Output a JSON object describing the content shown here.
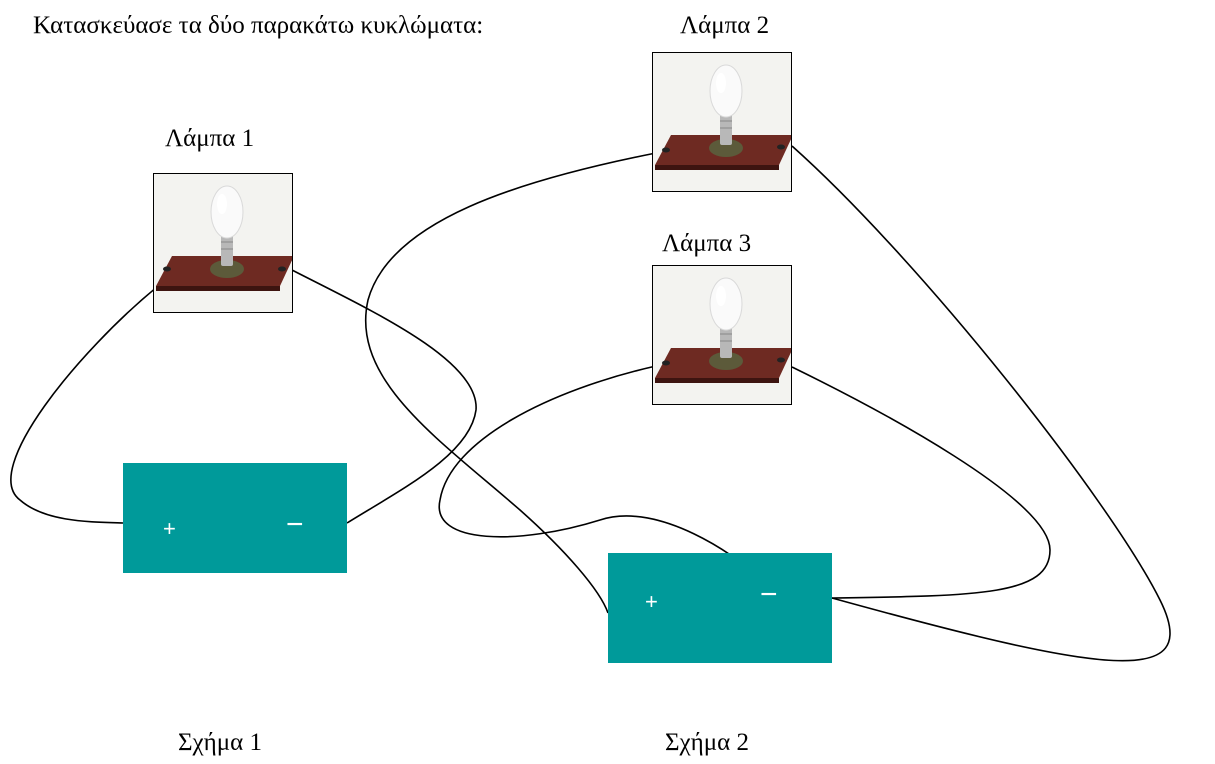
{
  "instruction": "Κατασκεύασε τα δύο παρακάτω κυκλώματα:",
  "lamps": {
    "lamp1_label": "Λάμπα 1",
    "lamp2_label": "Λάμπα 2",
    "lamp3_label": "Λάμπα 3"
  },
  "battery": {
    "plus": "+",
    "minus": "−",
    "color": "#009a9a"
  },
  "figures": {
    "figure1_caption": "Σχήμα 1",
    "figure2_caption": "Σχήμα 2"
  }
}
